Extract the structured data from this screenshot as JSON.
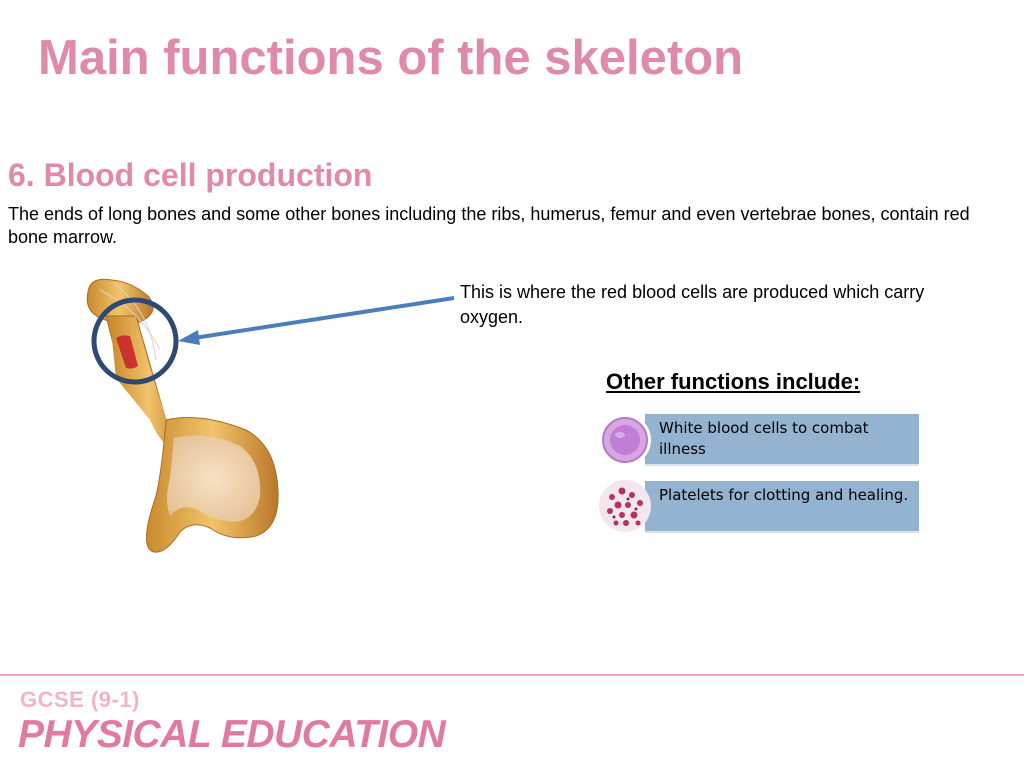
{
  "slide": {
    "title": "Main functions of the skeleton",
    "subtitle": "6. Blood cell production",
    "intro": "The ends of long bones and some other bones including the ribs, humerus, femur and even vertebrae bones, contain red bone marrow.",
    "callout": "This is where the red blood cells are produced which carry oxygen.",
    "other_heading": "Other functions include:",
    "functions": [
      {
        "text": "White blood cells to combat illness",
        "icon": "white-blood-cell-icon"
      },
      {
        "text": "Platelets for clotting and healing.",
        "icon": "platelets-icon"
      }
    ]
  },
  "footer": {
    "top": "GCSE (9-1)",
    "main": "PHYSICAL EDUCATION"
  },
  "colors": {
    "title_pink": "#e08aaa",
    "arrow_blue": "#4a7ebb",
    "circle_navy": "#2e4a72",
    "function_box": "#93b3d1",
    "footer_pink": "#e07aa0"
  }
}
